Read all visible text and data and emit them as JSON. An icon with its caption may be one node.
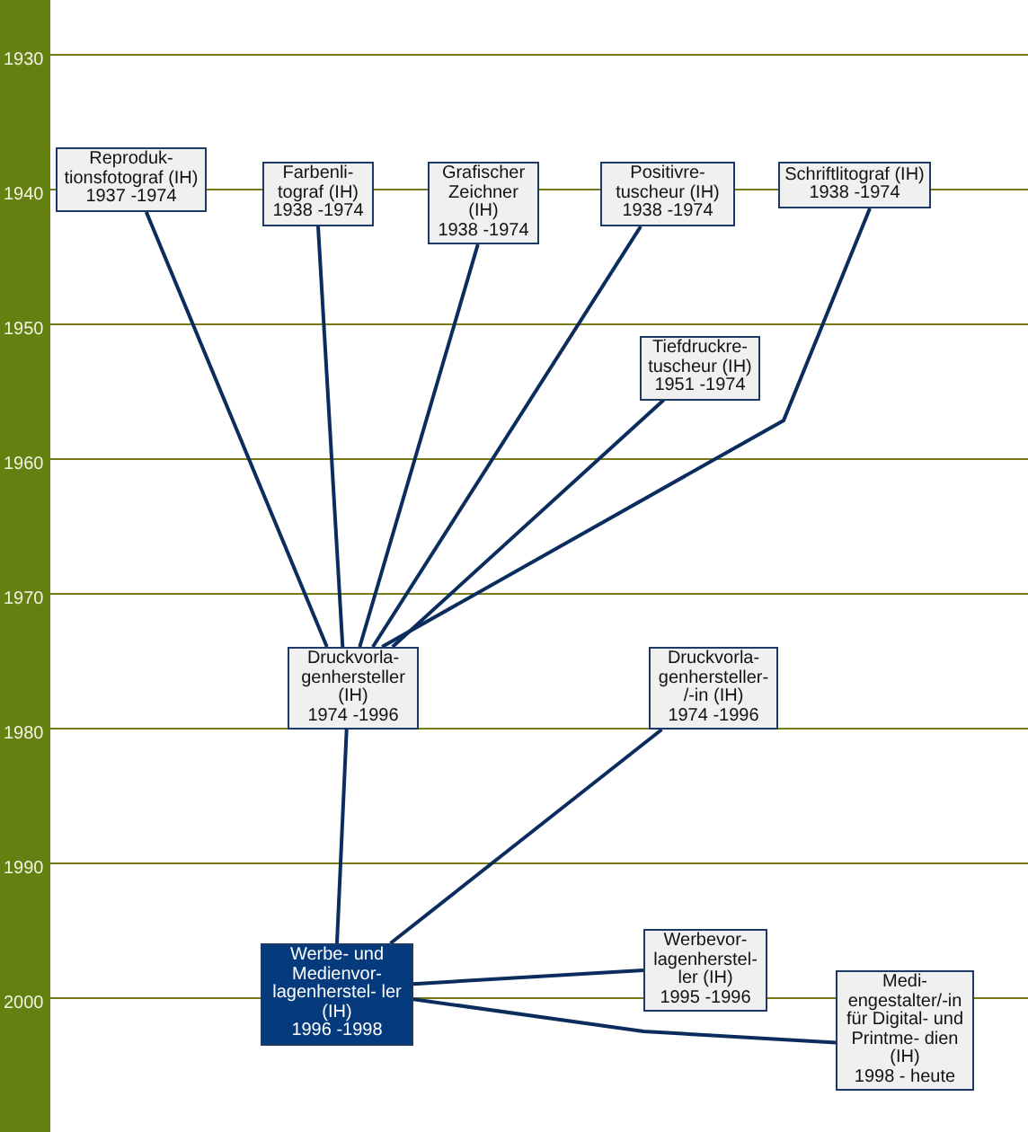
{
  "diagram": {
    "nodes": [
      {
        "text": [
          "Reproduk- tionsfotograf (IH)",
          "1937 -1974"
        ]
      },
      {
        "text": [
          "Farbenli- tograf (IH)",
          "1938 -1974"
        ]
      },
      {
        "text": [
          "Grafischer Zeichner (IH)",
          "1938 -1974"
        ]
      },
      {
        "text": [
          "Positivre- tuscheur (IH)",
          "1938 -1974"
        ]
      },
      {
        "text": [
          "Schriftlitograf (IH)",
          "1938 -1974"
        ]
      },
      {
        "text": [
          "Tiefdruckre- tuscheur (IH)",
          "1951 -1974"
        ]
      },
      {
        "text": [
          "Druckvorla- genhersteller (IH)",
          "1974 -1996"
        ]
      },
      {
        "text": [
          "Druckvorla- genhersteller- /-in (IH)",
          "1974 -1996"
        ]
      },
      {
        "text": [
          "Werbe- und Medienvor- lagenherstel- ler (IH)",
          "1996 -1998"
        ]
      },
      {
        "text": [
          "Werbevor- lagenherstel- ler (IH)",
          "1995 -1996"
        ]
      },
      {
        "text": [
          "Medi- engestalter/-in für Digital- und Printme- dien (IH)",
          "1998 - heute"
        ]
      }
    ],
    "edges": [
      {
        "from": 0,
        "to": 6,
        "arrow": "none"
      },
      {
        "from": 1,
        "to": 6,
        "arrow": "none"
      },
      {
        "from": 2,
        "to": 6,
        "arrow": "none"
      },
      {
        "from": 3,
        "to": 6,
        "arrow": "none"
      },
      {
        "from": 4,
        "to": 6,
        "arrow": "none"
      },
      {
        "from": 5,
        "to": 6,
        "arrow": "none"
      },
      {
        "from": 6,
        "to": 8,
        "arrow": "none"
      },
      {
        "from": 7,
        "to": 8,
        "arrow": "none"
      },
      {
        "from": 8,
        "to": 9,
        "arrow": "none"
      },
      {
        "from": 8,
        "to": 10,
        "arrow": "none"
      }
    ],
    "labels": [
      "1930",
      "1940",
      "1950",
      "1960",
      "1970",
      "1980",
      "1990",
      "2000"
    ]
  }
}
